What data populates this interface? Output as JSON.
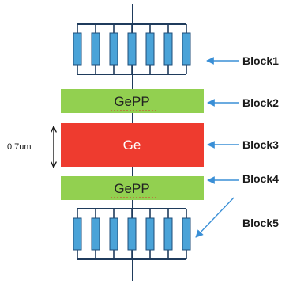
{
  "layers": [
    {
      "label": "GePP",
      "fill": "#92d050",
      "text_color": "#222222"
    },
    {
      "label": "Ge",
      "fill": "#ee3b2f",
      "text_color": "#ffffff"
    },
    {
      "label": "GePP",
      "fill": "#92d050",
      "text_color": "#222222"
    }
  ],
  "blocks": [
    "Block1",
    "Block2",
    "Block3",
    "Block4",
    "Block5"
  ],
  "thickness_label": "0.7um",
  "resistor_count_per_bank": 7,
  "colors": {
    "resistor_fill": "#4aa3d8",
    "resistor_stroke": "#1f4e79",
    "wire": "#1f3b5c",
    "arrow": "#3a8fd6",
    "underline": "#d9302b"
  }
}
